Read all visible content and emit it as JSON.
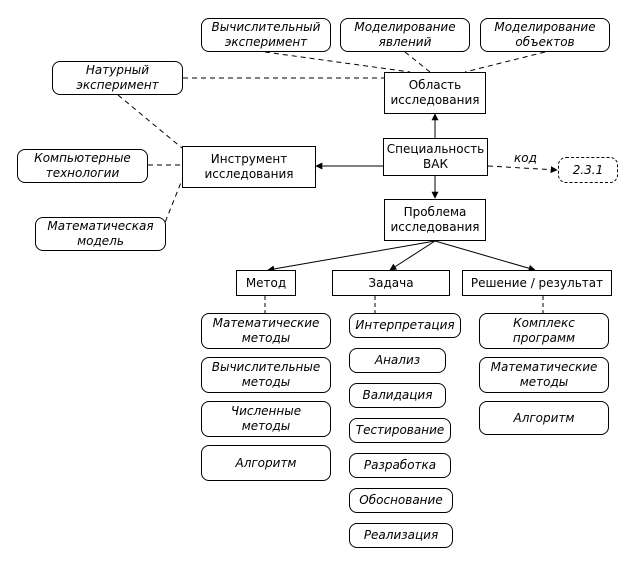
{
  "nodes": {
    "vychislitelny_eksperiment": "Вычислительный\nэксперимент",
    "modelirovanie_yavleniy": "Моделирование\nявлений",
    "modelirovanie_obektov": "Моделирование\nобъектов",
    "naturny_eksperiment": "Натурный\nэксперимент",
    "oblast_issledovaniya": "Область\nисследования",
    "instrument_issledovaniya": "Инструмент\nисследования",
    "specialnost_vak": "Специальность\nВАК",
    "kod_value": "2.3.1",
    "kompyuternye_tekhnologii": "Компьютерные\nтехнологии",
    "matematicheskaya_model": "Математическая\nмодель",
    "problema_issledovaniya": "Проблема\nисследования",
    "metod": "Метод",
    "zadacha": "Задача",
    "reshenie_rezultat": "Решение / результат",
    "metod_items": [
      "Математические\nметоды",
      "Вычислительные\nметоды",
      "Численные\nметоды",
      "Алгоритм"
    ],
    "zadacha_items": [
      "Интерпретация",
      "Анализ",
      "Валидация",
      "Тестирование",
      "Разработка",
      "Обоснование",
      "Реализация"
    ],
    "reshenie_items": [
      "Комплекс\nпрограмм",
      "Математические\nметоды",
      "Алгоритм"
    ]
  },
  "edge_labels": {
    "kod": "код"
  }
}
